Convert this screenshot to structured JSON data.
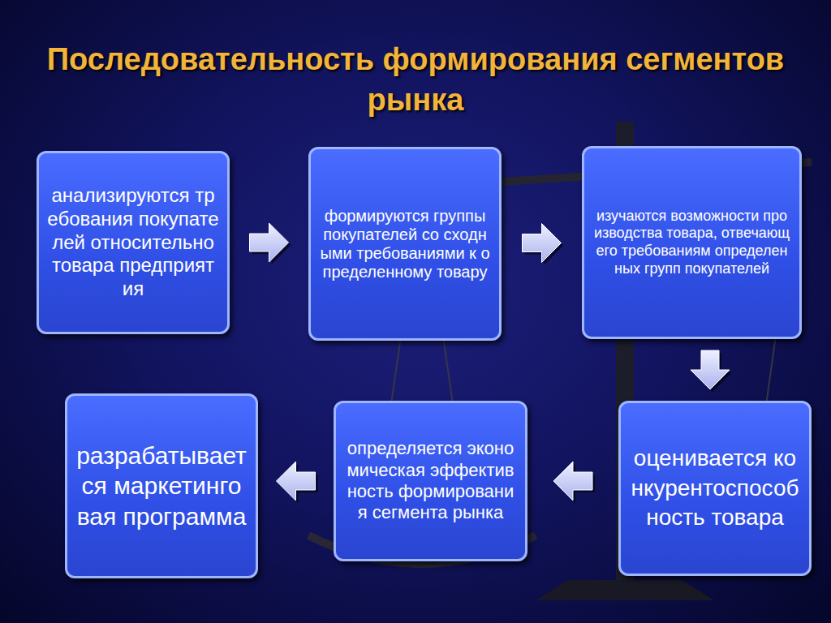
{
  "diagram": {
    "title": "Последовательность формирования сегментов рынка",
    "nodes": [
      {
        "text": [
          "анализируются требования покупателей относительно товара предприятия"
        ]
      },
      {
        "text": [
          "формируются группы покупателей со сходными требованиями к определенному товару"
        ]
      },
      {
        "text": [
          "изучаются возможности производства товара, отвечающего требованиям определенных групп покупателей"
        ]
      },
      {
        "text": [
          "оценивается конкурентоспособность товара"
        ]
      },
      {
        "text": [
          "определяется экономическая эффективность формирования сегмента рынка"
        ]
      },
      {
        "text": [
          "разрабатывается маркетинговая программа"
        ]
      }
    ],
    "edges": [
      {
        "from": 0,
        "to": 1,
        "arrow": "to"
      },
      {
        "from": 1,
        "to": 2,
        "arrow": "to"
      },
      {
        "from": 2,
        "to": 3,
        "arrow": "to"
      },
      {
        "from": 3,
        "to": 4,
        "arrow": "to"
      },
      {
        "from": 4,
        "to": 5,
        "arrow": "to"
      }
    ]
  }
}
